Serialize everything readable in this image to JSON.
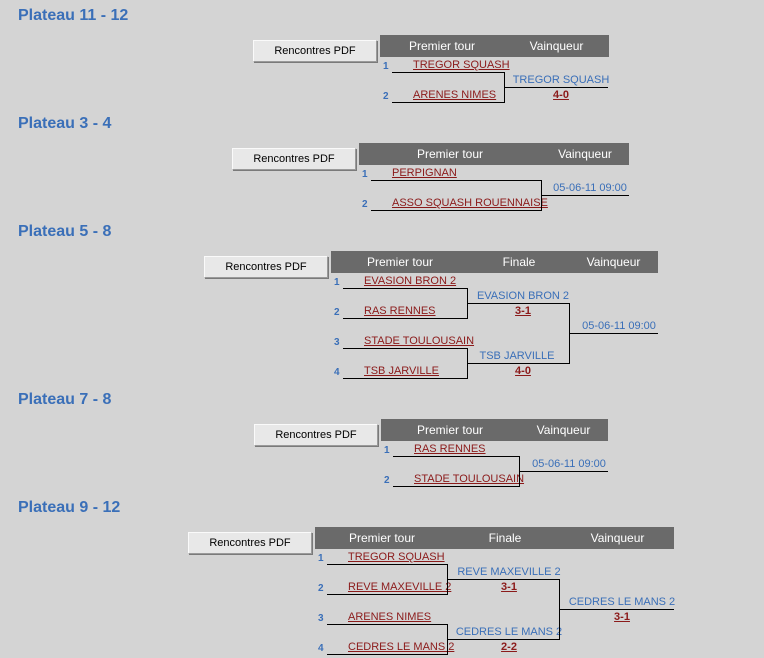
{
  "common": {
    "pdf_label": "Rencontres PDF",
    "col_first": "Premier tour",
    "col_final": "Finale",
    "col_winner": "Vainqueur"
  },
  "p1": {
    "title": "Plateau 11 - 12",
    "n1": "1",
    "n2": "2",
    "t1": "TREGOR SQUASH",
    "t2": "ARENES NIMES",
    "winner": "TREGOR SQUASH",
    "score": "4-0"
  },
  "p2": {
    "title": "Plateau 3 - 4",
    "n1": "1",
    "n2": "2",
    "t1": "PERPIGNAN",
    "t2": "ASSO SQUASH ROUENNAISE",
    "date": "05-06-11 09:00"
  },
  "p3": {
    "title": "Plateau 5 - 8",
    "n": [
      "1",
      "2",
      "3",
      "4"
    ],
    "teams": [
      "EVASION BRON 2",
      "RAS RENNES",
      "STADE TOULOUSAIN",
      "TSB JARVILLE"
    ],
    "semi": [
      {
        "winner": "EVASION BRON 2",
        "score": "3-1"
      },
      {
        "winner": "TSB JARVILLE",
        "score": "4-0"
      }
    ],
    "date": "05-06-11 09:00"
  },
  "p4": {
    "title": "Plateau 7 - 8",
    "n1": "1",
    "n2": "2",
    "t1": "RAS RENNES",
    "t2": "STADE TOULOUSAIN",
    "date": "05-06-11 09:00"
  },
  "p5": {
    "title": "Plateau 9 - 12",
    "n": [
      "1",
      "2",
      "3",
      "4"
    ],
    "teams": [
      "TREGOR SQUASH",
      "REVE MAXEVILLE 2",
      "ARENES NIMES",
      "CEDRES LE MANS 2"
    ],
    "semi": [
      {
        "winner": "REVE MAXEVILLE 2",
        "score": "3-1"
      },
      {
        "winner": "CEDRES LE MANS 2",
        "score": "2-2"
      }
    ],
    "final": {
      "winner": "CEDRES LE MANS 2",
      "score": "3-1"
    }
  }
}
